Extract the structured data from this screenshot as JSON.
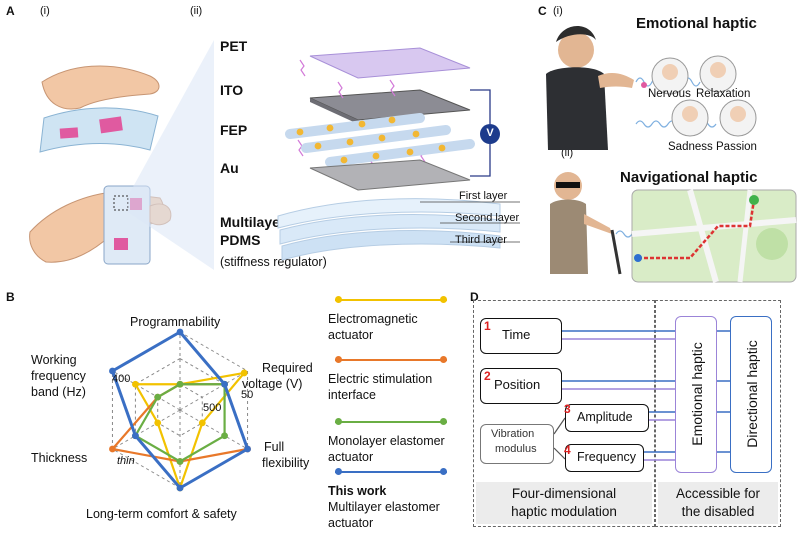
{
  "panels": {
    "a": {
      "label": "A",
      "sub_i": "(i)",
      "sub_ii": "(ii)"
    },
    "b": {
      "label": "B"
    },
    "c": {
      "label": "C",
      "sub_i": "(i)",
      "sub_ii": "(ii)"
    },
    "d": {
      "label": "D"
    }
  },
  "stack": {
    "layers": [
      "PET",
      "ITO",
      "FEP",
      "Au"
    ],
    "multilayer_line1": "Multilayer",
    "multilayer_line2": "PDMS",
    "stiffness_note": "(stiffness regulator)",
    "voltage_symbol": "V",
    "sublayers": [
      "First layer",
      "Second layer",
      "Third layer"
    ]
  },
  "radar": {
    "axes": {
      "programmability": "Programmability",
      "voltage_1": "Required",
      "voltage_2": "voltage (V)",
      "flex_1": "Full",
      "flex_2": "flexibility",
      "comfort": "Long-term comfort & safety",
      "thickness": "Thickness",
      "freq_1": "Working",
      "freq_2": "frequency",
      "freq_3": "band (Hz)"
    },
    "ticks": {
      "freq": "400",
      "voltage_inner": "500",
      "voltage_outer": "50",
      "thickness": "thin"
    },
    "legend": [
      {
        "line1": "Electromagnetic",
        "line2": "actuator",
        "line3": "",
        "color": "#f2c200",
        "bold": false
      },
      {
        "line1": "Electric stimulation",
        "line2": "interface",
        "line3": "",
        "color": "#e8782a",
        "bold": false
      },
      {
        "line1": "Monolayer elastomer",
        "line2": "actuator",
        "line3": "",
        "color": "#6aae44",
        "bold": false
      },
      {
        "line1": "This work",
        "line2": "Multilayer elastomer",
        "line3": "actuator",
        "color": "#3a6fc4",
        "bold": true
      }
    ]
  },
  "haptics": {
    "emotional_title": "Emotional haptic",
    "navigational_title": "Navigational haptic",
    "emotions": [
      "Nervous",
      "Relaxation",
      "Sadness",
      "Passion"
    ]
  },
  "modulation": {
    "items": [
      {
        "num": "1",
        "label": "Time"
      },
      {
        "num": "2",
        "label": "Position"
      },
      {
        "num": "3",
        "label": "Amplitude"
      },
      {
        "num": "4",
        "label": "Frequency"
      }
    ],
    "vibration_1": "Vibration",
    "vibration_2": "modulus",
    "left_caption_1": "Four-dimensional",
    "left_caption_2": "haptic modulation",
    "right_caption_1": "Accessible for",
    "right_caption_2": "the disabled",
    "emotional_box": "Emotional haptic",
    "directional_box": "Directional haptic"
  },
  "colors": {
    "blue": "#3a6fc4",
    "purple": "#9b84d8",
    "electromagnetic": "#f2c200",
    "electric": "#e8782a",
    "monolayer": "#6aae44",
    "this_work": "#3a6fc4"
  }
}
